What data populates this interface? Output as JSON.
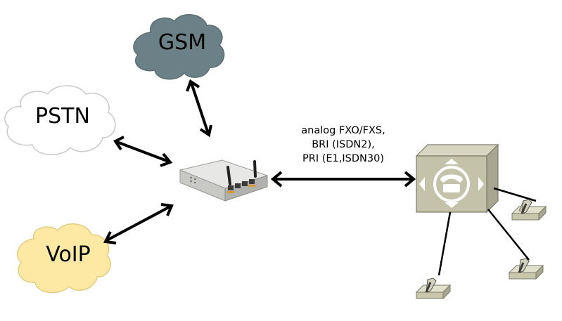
{
  "networks": {
    "gsm": {
      "label": "GSM",
      "color": "#6b8187"
    },
    "pstn": {
      "label": "PSTN",
      "color": "#ffffff"
    },
    "voip": {
      "label": "VoIP",
      "color": "#fde9a4"
    }
  },
  "gateway": {
    "icon": "gateway-device-icon"
  },
  "link": {
    "lines": [
      "analog FXO/FXS,",
      "BRI (ISDN2),",
      "PRI (E1,ISDN30)"
    ]
  },
  "pbx": {
    "icon": "telephone-switch-icon",
    "color": "#c4c2a8"
  },
  "phones": {
    "count": 3,
    "icon": "desk-phone-icon",
    "color": "#c8c6ab"
  }
}
